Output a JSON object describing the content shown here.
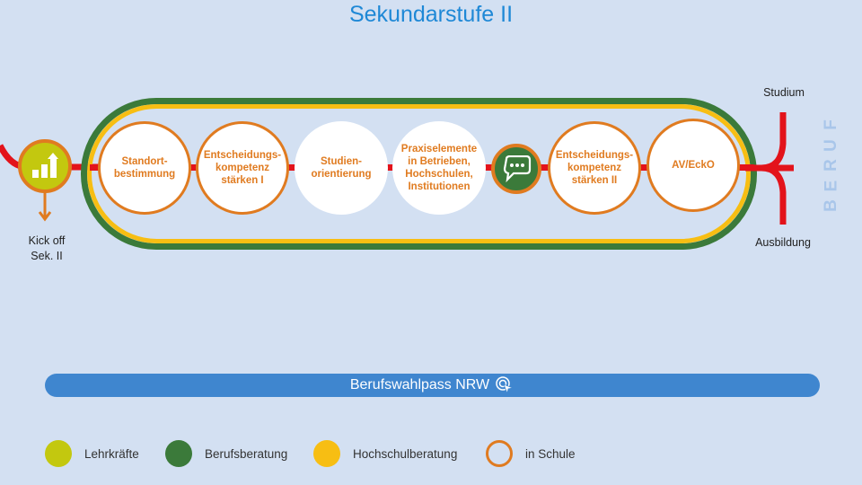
{
  "title": "Sekundarstufe II",
  "kickoff": {
    "label": "Kick off\nSek. II",
    "icon": "bar-chart-arrow-icon"
  },
  "stations": [
    {
      "label": "Standort-\nbestimmung",
      "ring": true
    },
    {
      "label": "Entscheidungs-\nkompetenz\nstärken I",
      "ring": true
    },
    {
      "label": "Studien-\norientierung",
      "ring": false
    },
    {
      "label": "Praxiselemente\nin Betrieben,\nHochschulen,\nInstitutionen",
      "ring": false
    },
    {
      "label": "Entscheidungs-\nkompetenz\nstärken II",
      "ring": true
    },
    {
      "label": "AV/EckO",
      "ring": true
    }
  ],
  "chat_station_icon": "chat-bubble-icon",
  "exits": {
    "top": "Studium",
    "bottom": "Ausbildung",
    "vertical": "BERUF"
  },
  "pass_bar": {
    "label": "Berufswahlpass NRW",
    "icon": "cursor-click-icon"
  },
  "legend": [
    {
      "label": "Lehrkräfte",
      "color": "#c3c80f",
      "style": "fill"
    },
    {
      "label": "Berufsberatung",
      "color": "#3b7a3a",
      "style": "fill"
    },
    {
      "label": "Hochschulberatung",
      "color": "#f7be13",
      "style": "fill"
    },
    {
      "label": "in Schule",
      "color": "#e07b20",
      "style": "ring"
    }
  ],
  "colors": {
    "line": "#e3131b",
    "orange": "#e07b20",
    "blue": "#1e88d6"
  }
}
